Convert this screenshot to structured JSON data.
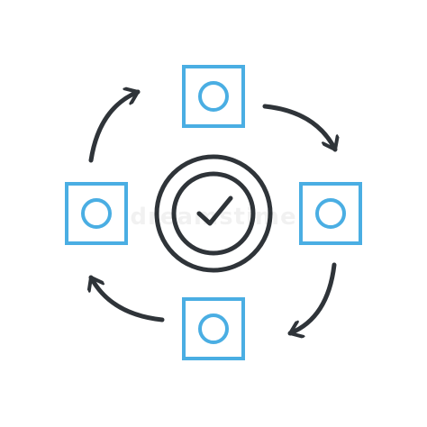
{
  "icon": {
    "kind": "workflow-cycle-checkmark-line-icon",
    "colors": {
      "background": "#ffffff",
      "stroke_dark": "#2f3439",
      "stroke_accent": "#4aaee3"
    },
    "center_icon": "check-circle-icon",
    "node_icons": [
      "square-circle-node-icon",
      "square-circle-node-icon",
      "square-circle-node-icon",
      "square-circle-node-icon"
    ],
    "arrow_icons": [
      "curved-arrow-top-right",
      "curved-arrow-bottom-right",
      "curved-arrow-bottom-left",
      "curved-arrow-top-left"
    ]
  },
  "watermark": {
    "text": "dreamstime"
  }
}
